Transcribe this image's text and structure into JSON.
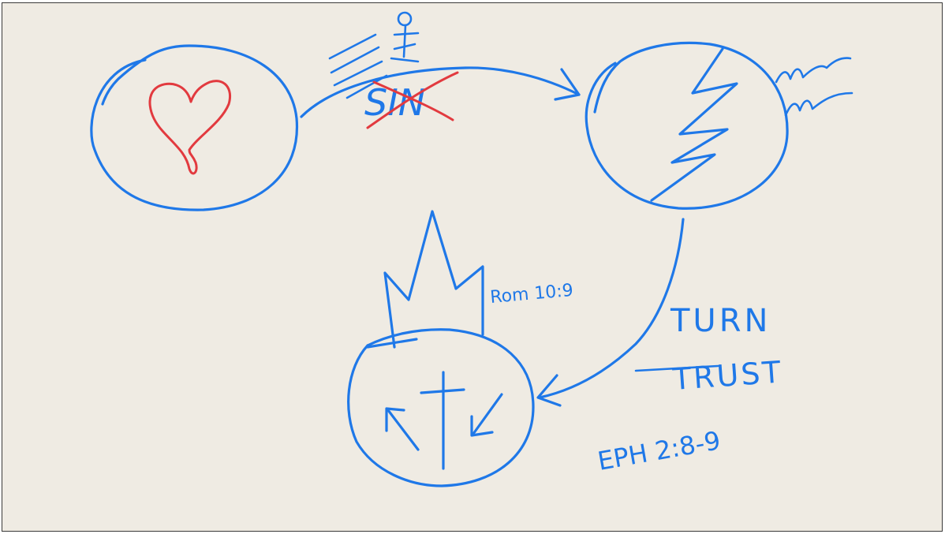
{
  "diagram": {
    "labels": {
      "sin": "SIN",
      "rom": "Rom 10:9",
      "turn": "TURN",
      "trust": "TRUST",
      "eph": "EPH 2:8-9"
    },
    "colors": {
      "ink": "#1f78e8",
      "red": "#e23a3f",
      "background": "#efebe3"
    }
  }
}
